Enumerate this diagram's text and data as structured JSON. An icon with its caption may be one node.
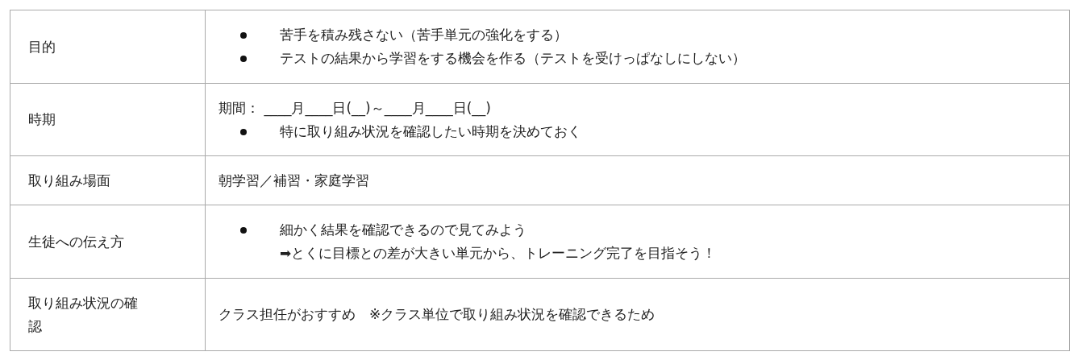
{
  "diagram": {
    "labels": [
      "目的",
      "苦手を積み残さない（苦手単元の強化をする）",
      "テストの結果から学習をする機会を作る（テストを受けっぱなしにしない）",
      "時期",
      "期間： ____月____日(__)～____月____日(__)",
      "特に取り組み状況を確認したい時期を決めておく",
      "取り組み場面",
      "朝学習／補習・家庭学習",
      "生徒への伝え方",
      "細かく結果を確認できるので見てみよう",
      "➡とくに目標との差が大きい単元から、トレーニング完了を目指そう！",
      "取り組み状況の確認",
      "クラス担任がおすすめ　※クラス単位で取り組み状況を確認できるため"
    ]
  }
}
